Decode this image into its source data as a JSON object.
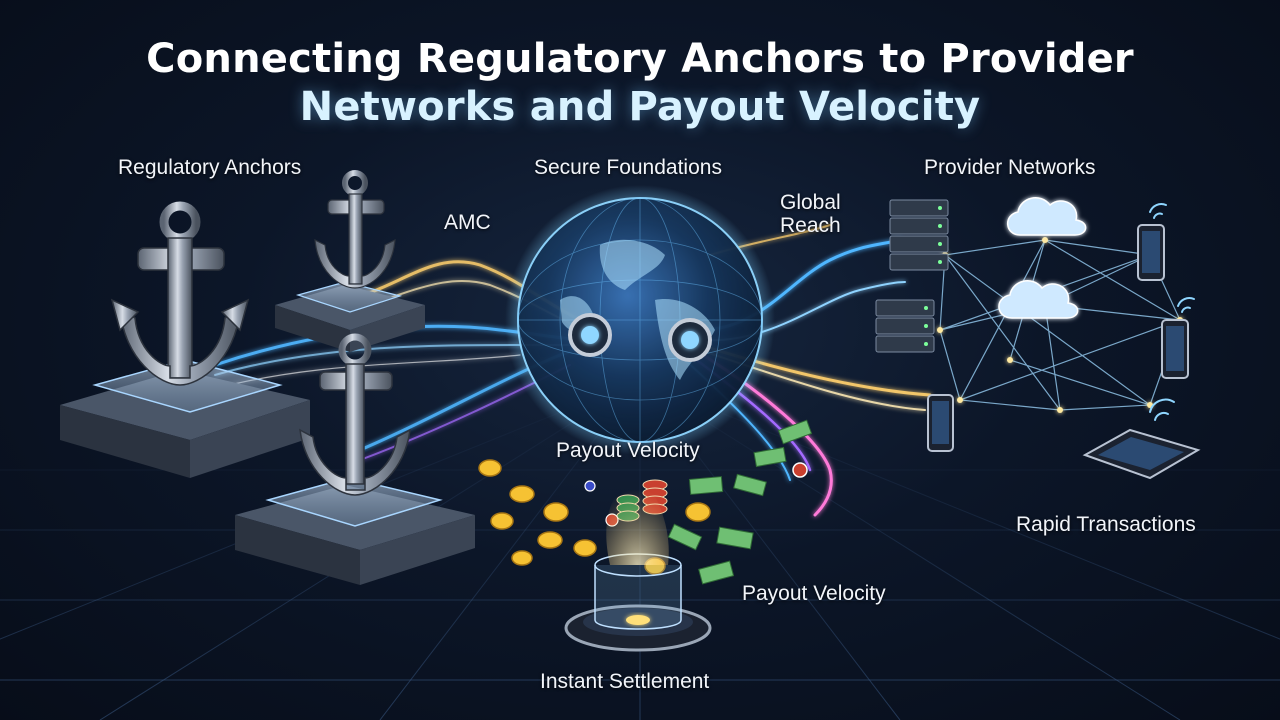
{
  "title": {
    "line1": "Connecting Regulatory Anchors to Provider",
    "line2": "Networks and Payout Velocity"
  },
  "labels": {
    "regulatory_anchors": "Regulatory Anchors",
    "secure_foundations": "Secure Foundations",
    "provider_networks": "Provider Networks",
    "amc": "AMC",
    "global_reach_1": "Global",
    "global_reach_2": "Reach",
    "payout_velocity_center": "Payout Velocity",
    "payout_velocity_right": "Payout Velocity",
    "rapid_transactions": "Rapid Transactions",
    "instant_settlement": "Instant Settlement"
  },
  "colors": {
    "background": "#0c1628",
    "stream_gold": "#f2c66a",
    "stream_blue": "#4fb6ff",
    "stream_purple": "#a46bff",
    "stream_pink": "#ff7ad9",
    "globe_glow": "#7fd1ff",
    "coin": "#f6c233",
    "cash": "#6fbf73"
  },
  "icons": [
    "anchor-icon",
    "globe-icon",
    "server-icon",
    "cloud-icon",
    "smartphone-icon",
    "tablet-icon",
    "coin-icon",
    "cash-icon",
    "casino-chip-icon",
    "wifi-icon"
  ]
}
